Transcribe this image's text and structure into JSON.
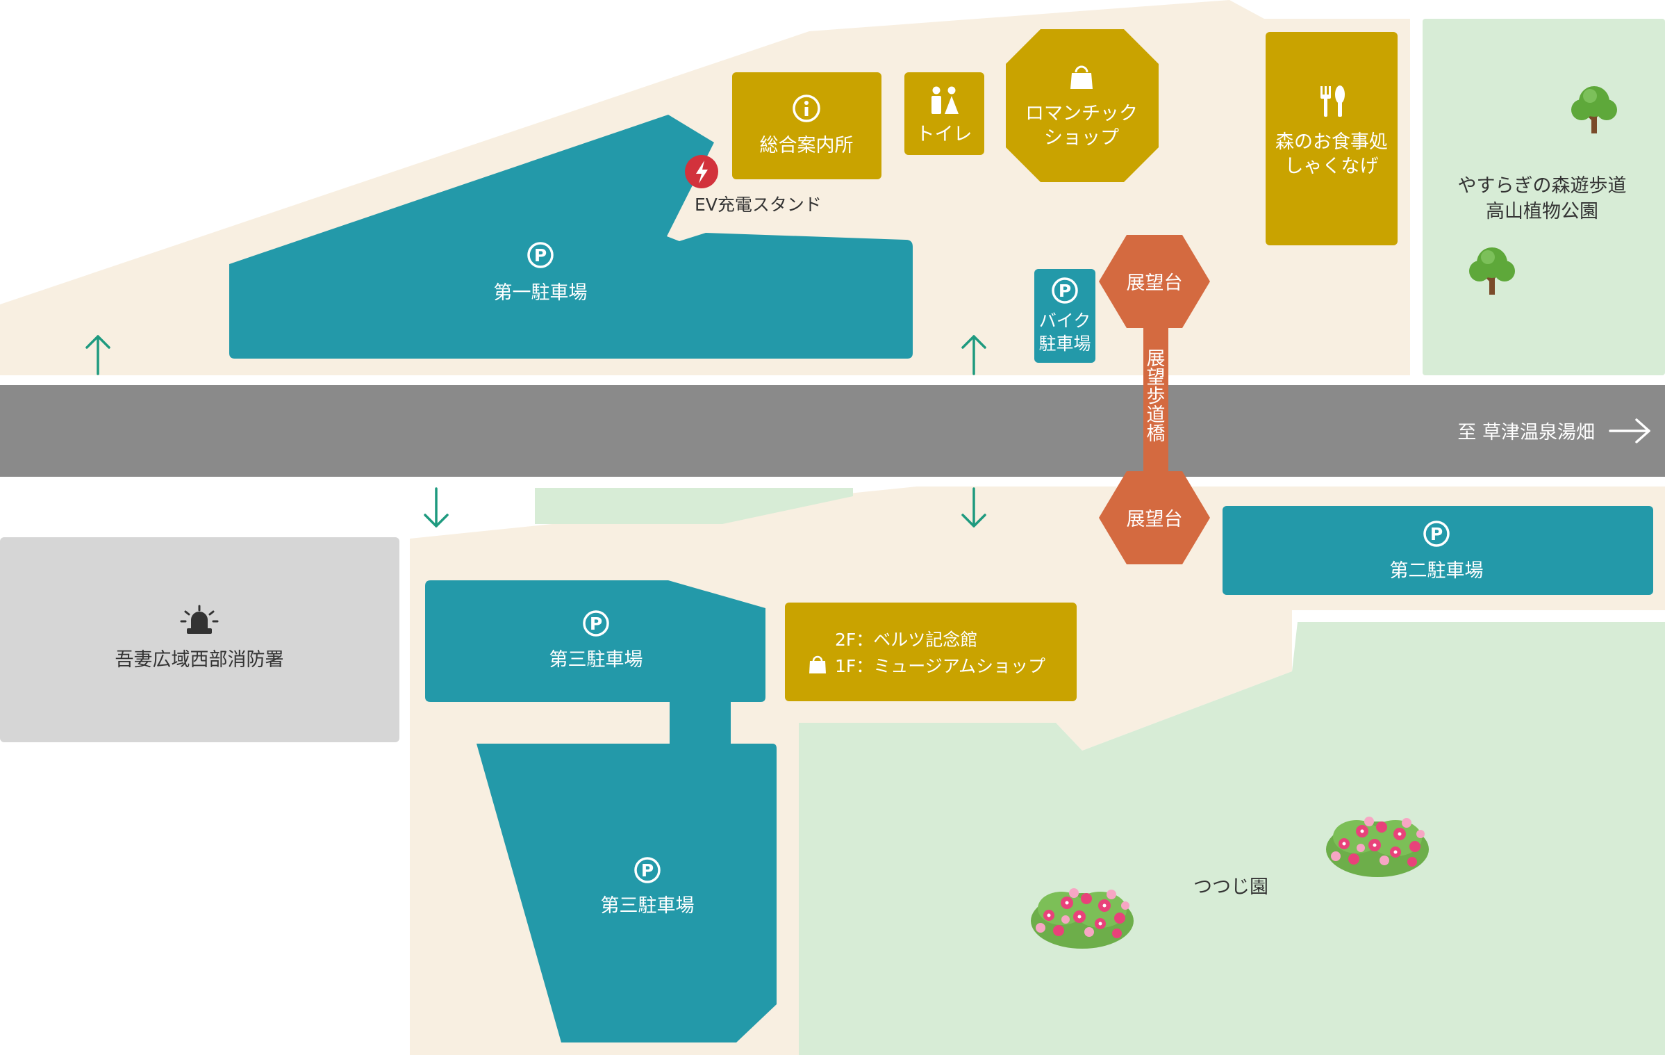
{
  "parking": {
    "first": "第一駐車場",
    "second": "第二駐車場",
    "third_upper": "第三駐車場",
    "third_lower": "第三駐車場",
    "bike_line1": "バイク",
    "bike_line2": "駐車場",
    "symbol": "P"
  },
  "facilities": {
    "info_center": "総合案内所",
    "toilet": "トイレ",
    "romantic_shop_line1": "ロマンチック",
    "romantic_shop_line2": "ショップ",
    "restaurant_line1": "森のお食事処",
    "restaurant_line2": "しゃくなげ",
    "museum_line1": "2F：ベルツ記念館",
    "museum_line2": "1F：ミュージアムショップ",
    "ev_station": "EV充電スタンド",
    "fire_station": "吾妻広域西部消防署"
  },
  "observation": {
    "deck_north": "展望台",
    "deck_south": "展望台",
    "bridge": [
      "展",
      "望",
      "歩",
      "道",
      "橋"
    ]
  },
  "nature": {
    "park_line1": "やすらぎの森遊歩道",
    "park_line2": "高山植物公園",
    "azalea_garden": "つつじ園"
  },
  "road": {
    "destination": "至 草津温泉湯畑"
  },
  "icons": {
    "info": "info-icon",
    "toilet": "toilet-icon",
    "shop": "shopping-bag-icon",
    "restaurant": "fork-knife-icon",
    "ev": "lightning-icon",
    "fire": "siren-icon",
    "tree": "tree-icon",
    "azalea": "flower-bush-icon",
    "arrow": "arrow-icon"
  },
  "colors": {
    "ground": "#f8efe1",
    "parking": "#2399a9",
    "facility": "#c9a300",
    "observation": "#d46a40",
    "greenery": "#d7ecd6",
    "road": "#8a8a8a",
    "fire_station": "#d6d6d6",
    "arrow": "#1e9a7f",
    "ev": "#d2323c"
  }
}
